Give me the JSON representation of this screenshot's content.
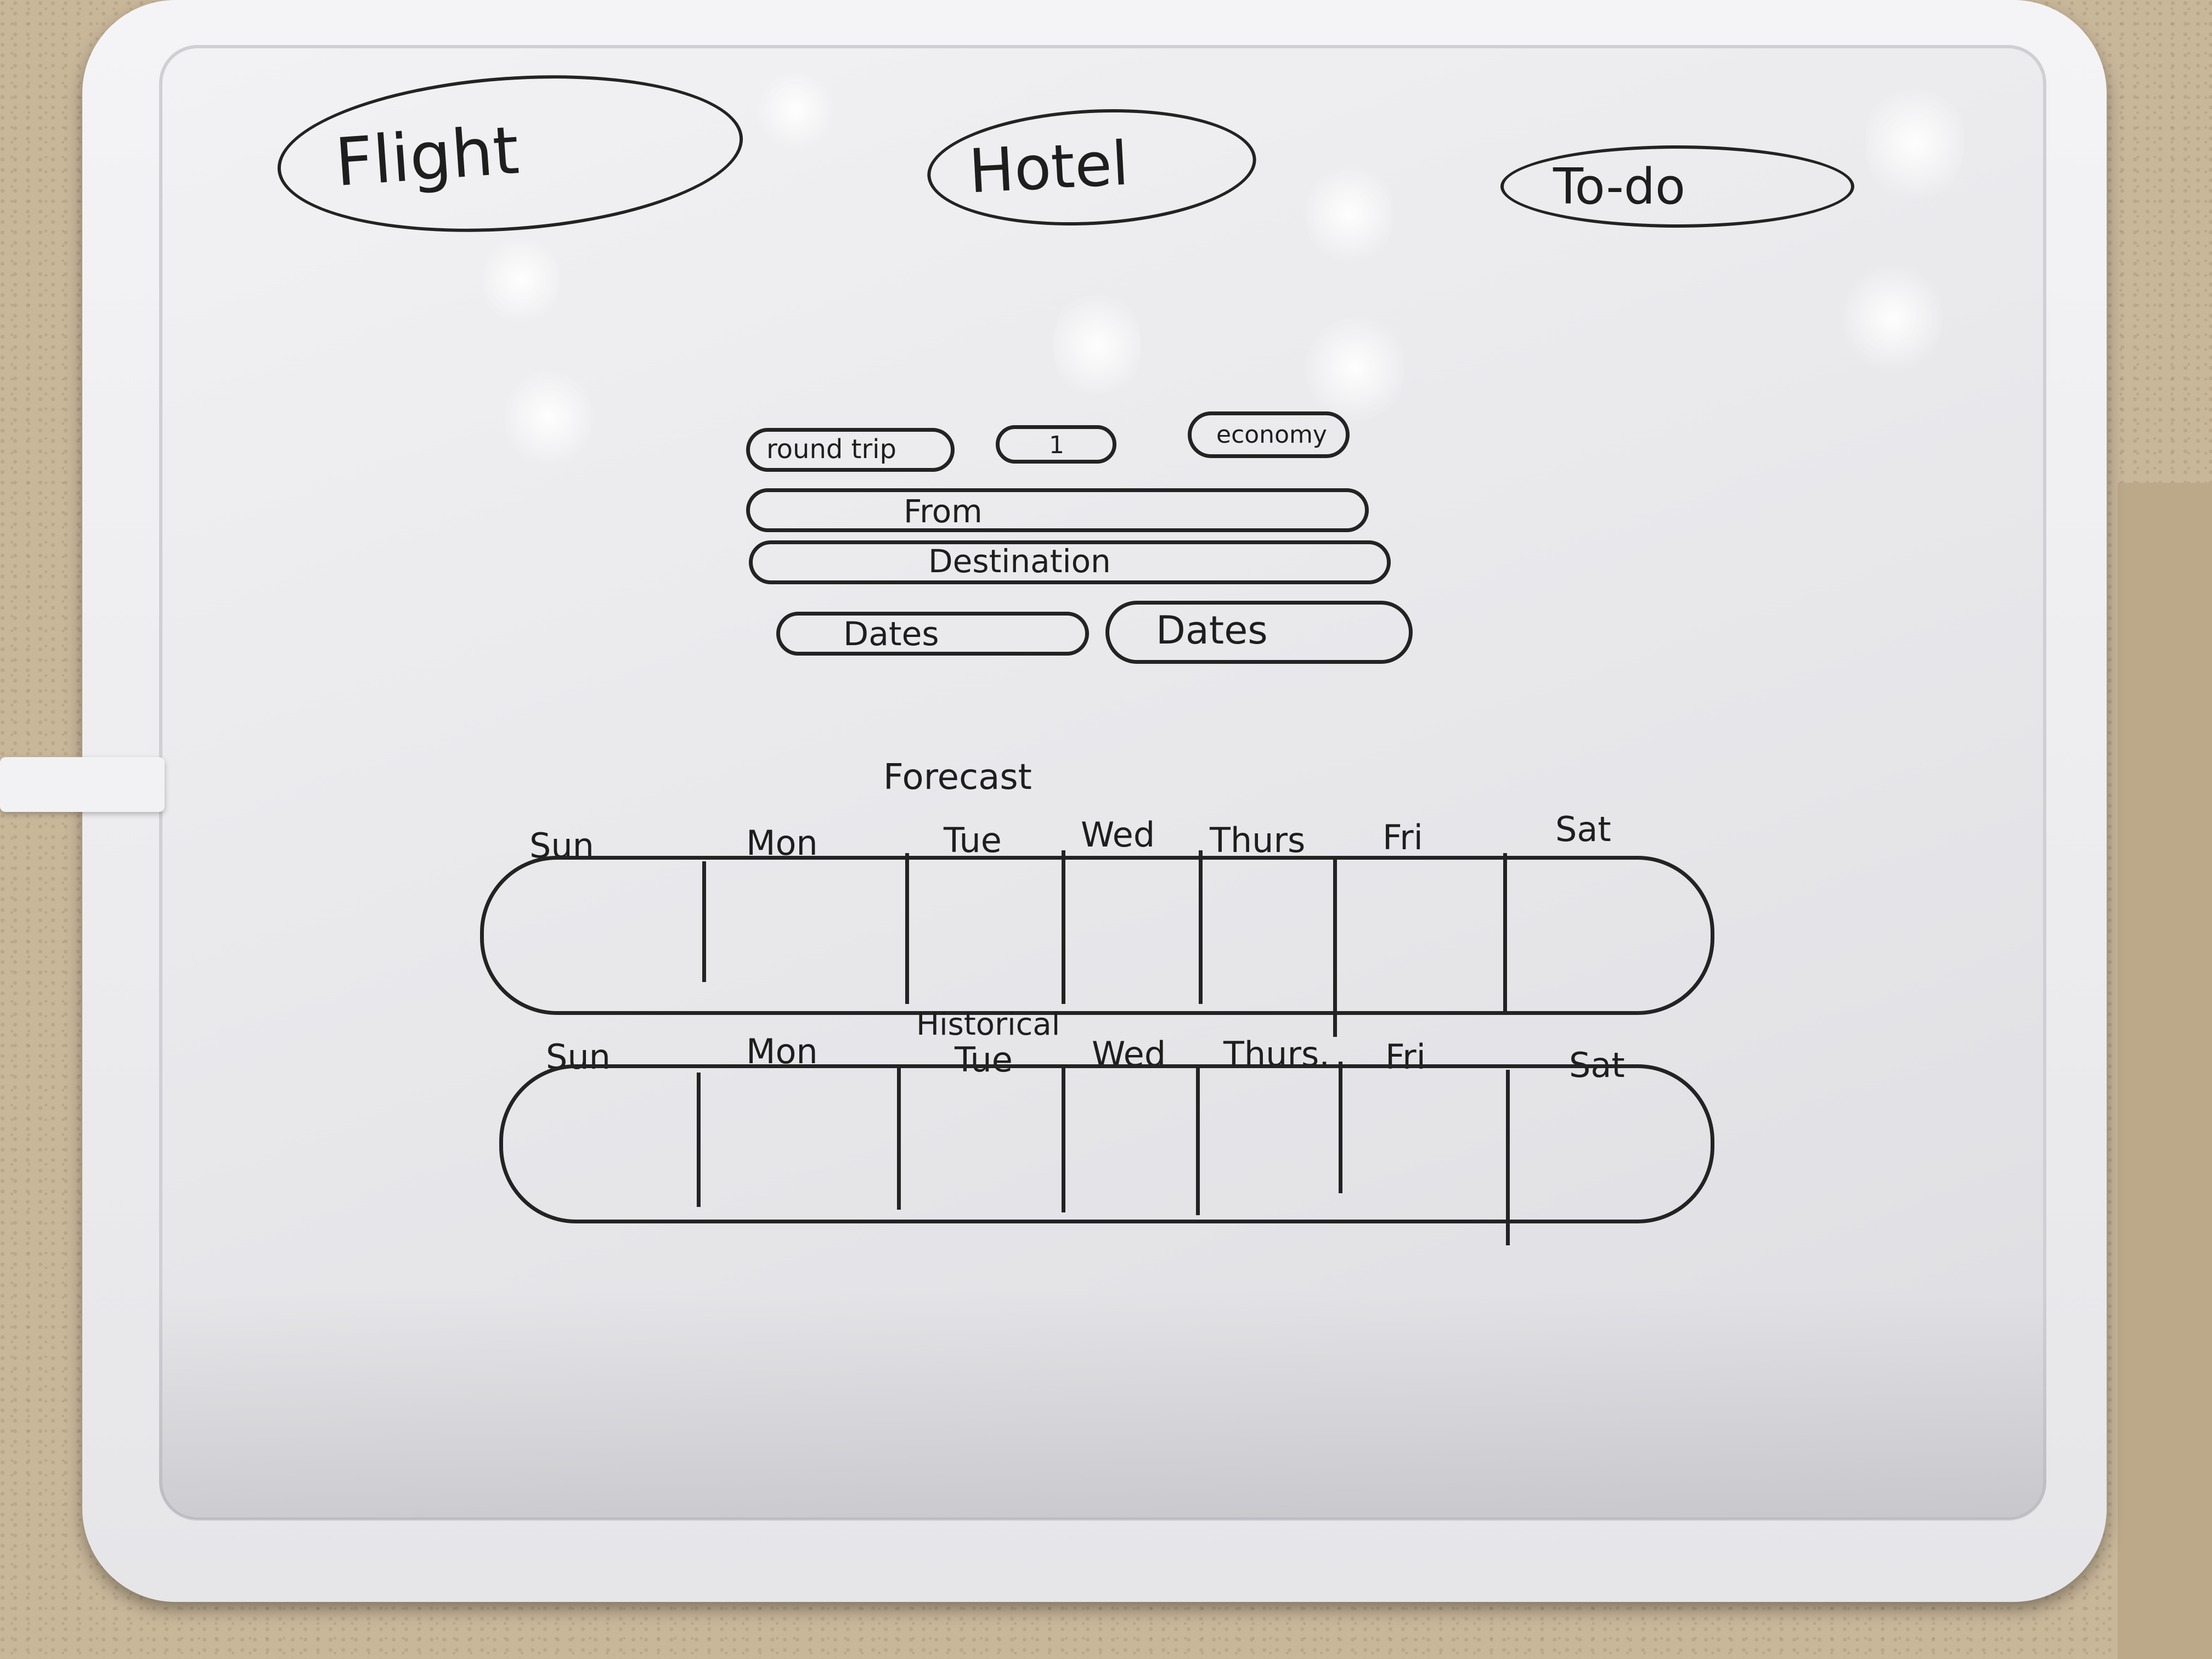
{
  "tabs": [
    {
      "label": "Flight"
    },
    {
      "label": "Hotel"
    },
    {
      "label": "To-do"
    }
  ],
  "flight_form": {
    "trip_type": "round trip",
    "passengers": "1",
    "cabin_class": "economy",
    "from_placeholder": "From",
    "destination_placeholder": "Destination",
    "depart_dates_placeholder": "Dates",
    "return_dates_placeholder": "Dates"
  },
  "forecast": {
    "title": "Forecast",
    "days": [
      "Sun",
      "Mon",
      "Tue",
      "Wed",
      "Thurs",
      "Fri",
      "Sat"
    ]
  },
  "historical": {
    "title": "Historical",
    "days": [
      "Sun",
      "Mon",
      "Tue",
      "Wed",
      "Thurs.",
      "Fri",
      "Sat"
    ]
  },
  "colors": {
    "ink": "#1e1e1e",
    "board": "#ececef",
    "frame": "#f0f0f2",
    "counter": "#c9b79a"
  }
}
